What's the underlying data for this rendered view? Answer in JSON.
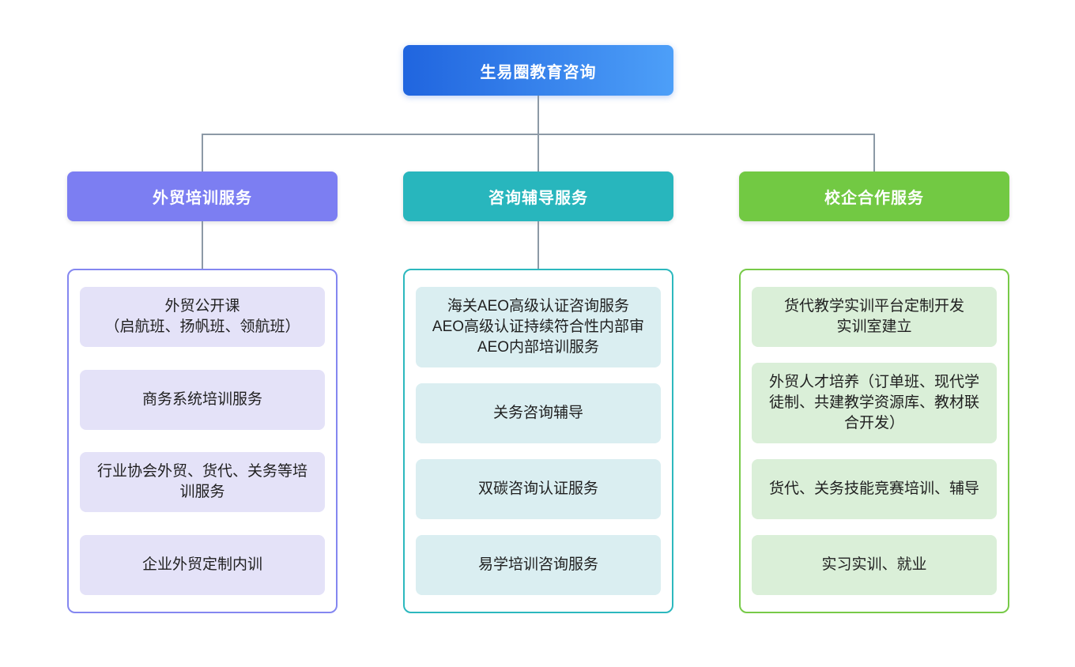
{
  "root": {
    "label": "生易圈教育咨询",
    "gradient_start": "#2065df",
    "gradient_end": "#4d9ff8"
  },
  "connector_color": "#8c99a6",
  "branches": [
    {
      "label": "外贸培训服务",
      "header_color": "#7c7ef2",
      "border_color": "#8487f0",
      "item_bg": "#e4e2f8",
      "has_header_connector": true,
      "items": [
        "外贸公开课\n（启航班、扬帆班、领航班）",
        "商务系统培训服务",
        "行业协会外贸、货代、关务等培\n训服务",
        "企业外贸定制内训"
      ]
    },
    {
      "label": "咨询辅导服务",
      "header_color": "#28b6bd",
      "border_color": "#2cb8be",
      "item_bg": "#daeef1",
      "has_header_connector": true,
      "items": [
        "海关AEO高级认证咨询服务\nAEO高级认证持续符合性内部审\nAEO内部培训服务",
        "关务咨询辅导",
        "双碳咨询认证服务",
        "易学培训咨询服务"
      ]
    },
    {
      "label": "校企合作服务",
      "header_color": "#72c943",
      "border_color": "#77ca48",
      "item_bg": "#daefd8",
      "has_header_connector": false,
      "items": [
        "货代教学实训平台定制开发\n实训室建立",
        "外贸人才培养（订单班、现代学\n徒制、共建教学资源库、教材联\n合开发）",
        "货代、关务技能竞赛培训、辅导",
        "实习实训、就业"
      ]
    }
  ]
}
